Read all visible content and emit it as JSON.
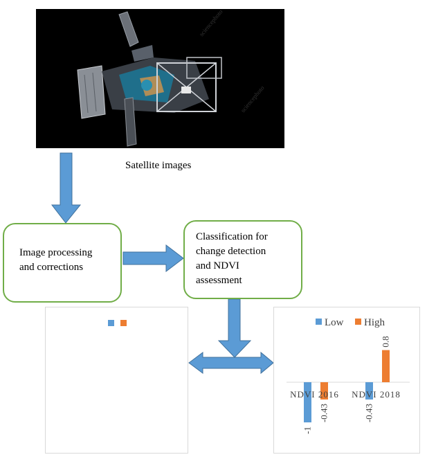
{
  "satellite": {
    "caption": "Satellite images",
    "icon": "satellite-image"
  },
  "steps": [
    {
      "lines": [
        "Image processing",
        "and corrections"
      ]
    },
    {
      "lines": [
        "Classification for",
        "change detection",
        "and NDVI",
        "assessment"
      ]
    }
  ],
  "colors": {
    "arrow_fill": "#5b9bd5",
    "arrow_stroke": "#41719c",
    "box_border": "#70ad47",
    "series_low": "#5b9bd5",
    "series_high": "#ed7d31"
  },
  "chart_data": [
    {
      "type": "bar",
      "categories": [],
      "series": [
        {
          "name": "",
          "values": []
        },
        {
          "name": "",
          "values": []
        }
      ],
      "legend": "top"
    },
    {
      "type": "bar",
      "categories": [
        "NDVI  2016",
        "NDVI  2018"
      ],
      "series": [
        {
          "name": "Low",
          "values": [
            -1,
            -0.43
          ]
        },
        {
          "name": "High",
          "values": [
            -0.43,
            0.8
          ]
        }
      ],
      "data_labels": [
        [
          "-1",
          "-0.43"
        ],
        [
          "-0.43",
          "0.8"
        ]
      ],
      "ylim": [
        -1,
        0.8
      ],
      "legend": "top",
      "grid": false
    }
  ]
}
